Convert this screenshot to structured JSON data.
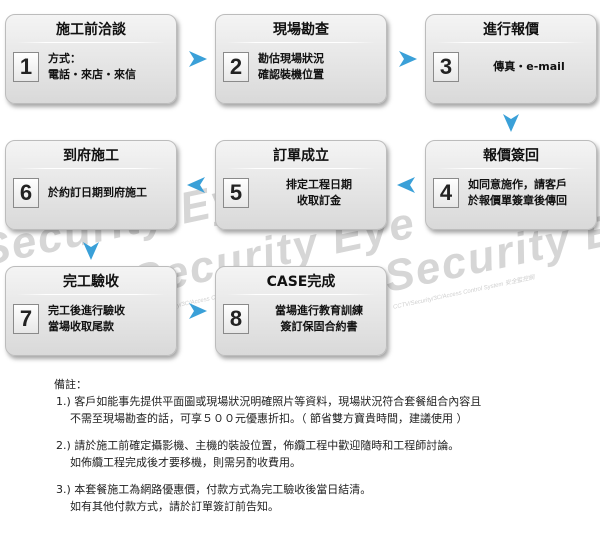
{
  "watermark": {
    "brand": "Security Eye",
    "sub": "CCTV/Security/3C/Access Control System 安全監控網"
  },
  "steps": [
    {
      "num": "1",
      "title": "施工前洽談",
      "lines": [
        "方式：",
        "電話・來店・來信"
      ]
    },
    {
      "num": "2",
      "title": "現場勘查",
      "lines": [
        "勘估現場狀況",
        "確認裝機位置"
      ]
    },
    {
      "num": "3",
      "title": "進行報價",
      "lines": [
        "傳真・e-mail"
      ]
    },
    {
      "num": "4",
      "title": "報價簽回",
      "lines": [
        "如同意施作，請客戶",
        "於報價單簽章後傳回"
      ]
    },
    {
      "num": "5",
      "title": "訂單成立",
      "lines": [
        "排定工程日期",
        "收取訂金"
      ]
    },
    {
      "num": "6",
      "title": "到府施工",
      "lines": [
        "於約訂日期到府施工"
      ]
    },
    {
      "num": "7",
      "title": "完工驗收",
      "lines": [
        "完工後進行驗收",
        "當場收取尾款"
      ]
    },
    {
      "num": "8",
      "title": "CASE完成",
      "lines": [
        "當場進行教育訓練",
        "簽訂保固合約書"
      ]
    }
  ],
  "colors": {
    "arrow": "#3aa0d8"
  },
  "notes": {
    "heading": "備註：",
    "items": [
      {
        "line1": "1.) 客戶如能事先提供平面圖或現場狀況明確照片等資料，現場狀況符合套餐組合內容且",
        "line2": "不需至現場勘查的話，可享５００元優惠折扣。（ 節省雙方寶貴時間，建議使用 ）"
      },
      {
        "line1": "2.) 請於施工前確定攝影機、主機的裝設位置，佈纜工程中歡迎隨時和工程師討論。",
        "line2": "如佈纜工程完成後才要移機，則需另酌收費用。"
      },
      {
        "line1": "3.) 本套餐施工為網路優惠價，付款方式為完工驗收後當日結清。",
        "line2": "如有其他付款方式，請於訂單簽訂前告知。"
      }
    ]
  }
}
